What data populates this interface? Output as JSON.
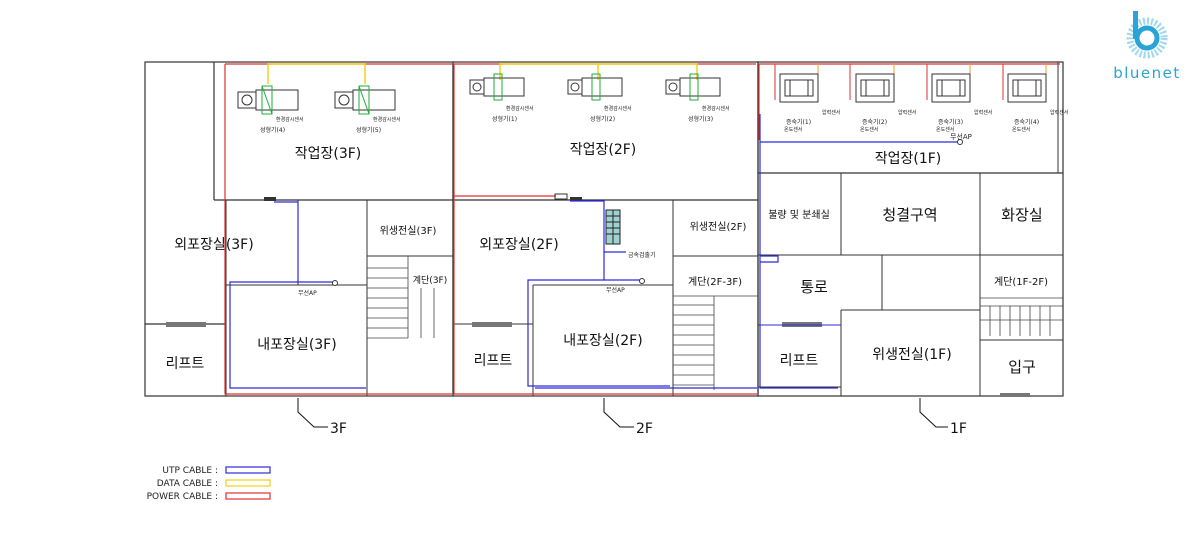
{
  "brand": {
    "name": "bluenet",
    "color": "#2aa3d6"
  },
  "colors": {
    "utp": "#2b2bd9",
    "data": "#f2d21b",
    "power": "#e03030",
    "accent": "#1fae3a"
  },
  "floors": [
    {
      "label": "3F",
      "rooms": {
        "workshop": "작업장(3F)",
        "outer_packing": "외포장실(3F)",
        "hygiene_room": "위생전실(3F)",
        "stairs": "계단(3F)",
        "inner_packing": "내포장실(3F)",
        "lift": "리프트"
      },
      "machines": [
        {
          "name": "성형기(4)",
          "sensor": "환경감시센서"
        },
        {
          "name": "성형기(5)",
          "sensor": "환경감시센서"
        }
      ],
      "ap": "무선AP"
    },
    {
      "label": "2F",
      "rooms": {
        "workshop": "작업장(2F)",
        "outer_packing": "외포장실(2F)",
        "hygiene_room": "위생전실(2F)",
        "stairs": "계단(2F-3F)",
        "inner_packing": "내포장실(2F)",
        "lift": "리프트"
      },
      "machines": [
        {
          "name": "성형기(1)",
          "sensor": "환경감시센서"
        },
        {
          "name": "성형기(2)",
          "sensor": "환경감시센서"
        },
        {
          "name": "성형기(3)",
          "sensor": "환경감시센서"
        }
      ],
      "ap": "무선AP",
      "metal_detector": "금속검출기"
    },
    {
      "label": "1F",
      "rooms": {
        "workshop": "작업장(1F)",
        "defect_room": "불량 및 분쇄실",
        "clean_zone": "청결구역",
        "restroom": "화장실",
        "corridor": "통로",
        "stairs": "계단(1F-2F)",
        "lift": "리프트",
        "hygiene_room": "위생전실(1F)",
        "entrance": "입구"
      },
      "machines": [
        {
          "name": "증숙기(1)",
          "sensor": "압력센서",
          "sub": "온도센서"
        },
        {
          "name": "증숙기(2)",
          "sensor": "압력센서",
          "sub": "온도센서"
        },
        {
          "name": "증숙기(3)",
          "sensor": "압력센서",
          "sub": "온도센서"
        },
        {
          "name": "증숙기(4)",
          "sensor": "압력센서",
          "sub": "온도센서"
        }
      ],
      "ap": "무선AP"
    }
  ],
  "legend": [
    {
      "label": "UTP CABLE :",
      "color": "#2b2bd9"
    },
    {
      "label": "DATA CABLE :",
      "color": "#f2d21b"
    },
    {
      "label": "POWER CABLE :",
      "color": "#e03030"
    }
  ]
}
